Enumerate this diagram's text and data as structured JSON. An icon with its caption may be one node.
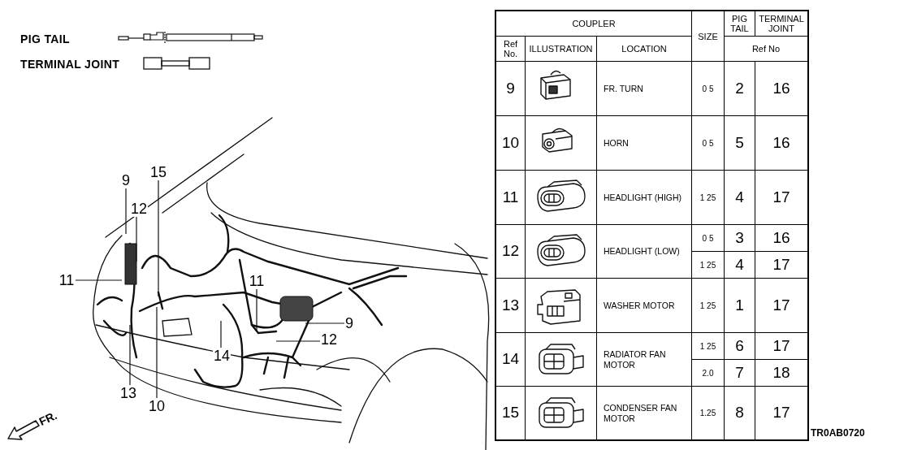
{
  "diagram": {
    "nodes": [
      {
        "text": [
          "15"
        ]
      },
      {
        "text": [
          "9"
        ]
      },
      {
        "text": [
          "12"
        ]
      },
      {
        "text": [
          "11"
        ]
      },
      {
        "text": [
          "11"
        ]
      },
      {
        "text": [
          "9"
        ]
      },
      {
        "text": [
          "12"
        ]
      },
      {
        "text": [
          "14"
        ]
      },
      {
        "text": [
          "13"
        ]
      },
      {
        "text": [
          "10"
        ]
      }
    ],
    "edges": [
      {
        "from": 0,
        "to": null,
        "arrow": "none"
      },
      {
        "from": 1,
        "to": null,
        "arrow": "none"
      },
      {
        "from": 2,
        "to": null,
        "arrow": "none"
      },
      {
        "from": 3,
        "to": null,
        "arrow": "none"
      },
      {
        "from": 4,
        "to": null,
        "arrow": "none"
      },
      {
        "from": 5,
        "to": null,
        "arrow": "none"
      },
      {
        "from": 6,
        "to": null,
        "arrow": "none"
      },
      {
        "from": 7,
        "to": null,
        "arrow": "none"
      },
      {
        "from": 8,
        "to": null,
        "arrow": "none"
      },
      {
        "from": 9,
        "to": null,
        "arrow": "none"
      }
    ],
    "labels": [
      "PIG TAIL",
      "TERMINAL JOINT",
      "COUPLER",
      "SIZE",
      "PIG TAIL",
      "TERMINAL JOINT",
      "Ref No.",
      "ILLUSTRATION",
      "LOCATION",
      "Ref No",
      "9",
      "FR. TURN",
      "0 5",
      "2",
      "16",
      "10",
      "HORN",
      "0 5",
      "5",
      "16",
      "11",
      "HEADLIGHT (HIGH)",
      "1 25",
      "4",
      "17",
      "12",
      "HEADLIGHT (LOW)",
      "0 5",
      "3",
      "16",
      "1 25",
      "4",
      "17",
      "13",
      "WASHER MOTOR",
      "1 25",
      "1",
      "17",
      "14",
      "RADIATOR FAN MOTOR",
      "1 25",
      "6",
      "17",
      "2.0",
      "7",
      "18",
      "15",
      "CONDENSER FAN MOTOR",
      "1.25",
      "8",
      "17",
      "FR.",
      "TR0AB0720"
    ]
  }
}
